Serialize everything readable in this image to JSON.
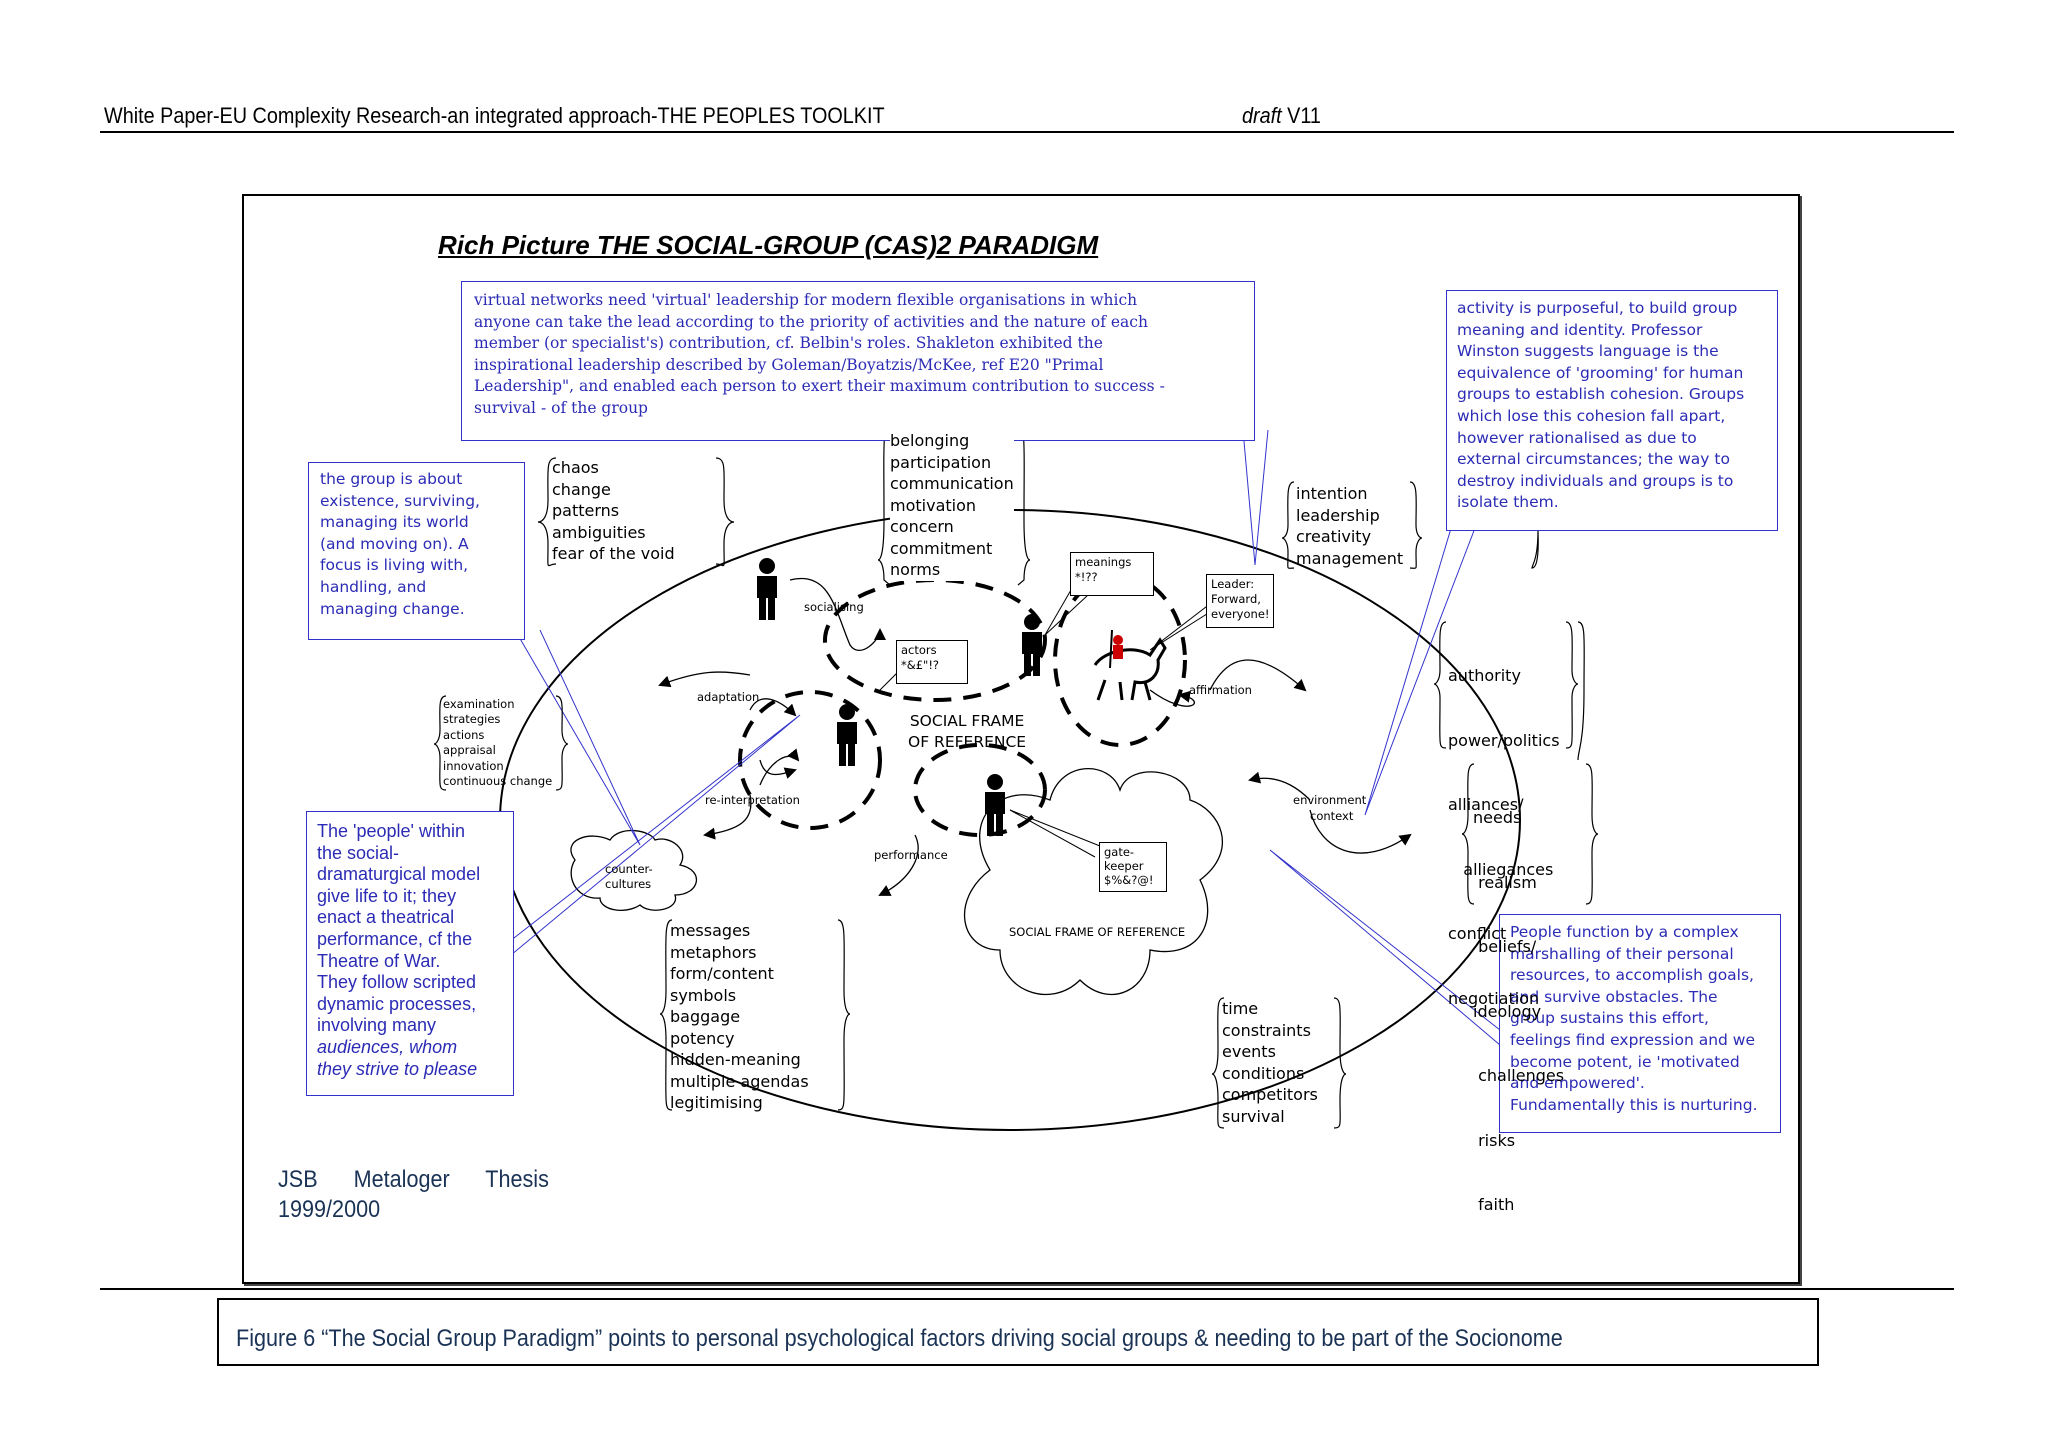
{
  "header": {
    "title": "White Paper-EU Complexity Research-an integrated approach-THE PEOPLES TOOLKIT",
    "draft_word": "draft",
    "version": " V11"
  },
  "diagram": {
    "title": "Rich Picture  THE SOCIAL-GROUP (CAS)2 PARADIGM",
    "top_note": [
      " virtual networks need 'virtual' leadership for modern flexible organisations in which",
      "anyone can take the lead according to the priority of activities and the nature of each",
      "member (or specialist's) contribution, cf. Belbin's roles.  Shakleton exhibited the",
      "inspirational leadership described by Goleman/Boyatzis/McKee, ref E20 \"Primal",
      "Leadership\", and enabled each person to exert their maximum contribution to success -",
      "survival - of the group"
    ],
    "group_note": [
      "the group is about",
      "existence, surviving,",
      "managing its world",
      "(and moving on).  A",
      "focus is living with,",
      "handling, and",
      "managing change."
    ],
    "people_note": [
      "The 'people' within",
      "the social-",
      "dramaturgical model",
      "give life to it;  they",
      "enact a theatrical",
      "performance, cf the",
      "Theatre of War.",
      "They follow scripted",
      "dynamic  processes,",
      "involving many",
      "audiences, whom",
      "they strive to please"
    ],
    "activity_note": [
      "activity is purposeful, to build group",
      "meaning and identity.   Professor",
      "Winston suggests language is the",
      "equivalence of 'grooming' for human",
      "groups to establish cohesion.  Groups",
      "which lose this cohesion fall apart,",
      "however rationalised as due to",
      "external circumstances;  the way to",
      "destroy individuals and groups is to",
      "isolate them."
    ],
    "function_note": [
      "People function by a complex",
      "marshalling of their personal",
      "resources,  to accomplish goals,",
      "and survive obstacles.  The",
      "group sustains this effort,",
      "feelings find expression and we",
      "become potent, ie 'motivated",
      "and empowered'.",
      "Fundamentally this is nurturing."
    ],
    "list_chaos": [
      "chaos",
      "change",
      "patterns",
      "ambiguities",
      "fear of the void"
    ],
    "list_belonging": [
      "belonging",
      "participation",
      "communication",
      "motivation",
      "concern",
      "commitment",
      "norms"
    ],
    "list_intention": [
      "intention",
      "leadership",
      "creativity",
      "management"
    ],
    "list_authority": [
      "authority",
      "power/politics",
      "alliances/",
      "   alliegances",
      "conflict",
      "negotiation"
    ],
    "list_needs": [
      "needs",
      " realism",
      " beliefs/",
      "ideology",
      " challenges",
      " risks",
      " faith"
    ],
    "list_examination": [
      "examination",
      "strategies",
      "actions",
      "appraisal",
      "innovation",
      "continuous change"
    ],
    "list_messages": [
      "messages",
      "metaphors",
      "form/content",
      "symbols",
      "baggage",
      "potency",
      "hidden-meaning",
      "multiple agendas",
      "legitimising"
    ],
    "list_time": [
      "time",
      "constraints",
      "events",
      "conditions",
      "competitors",
      "survival"
    ],
    "labels": {
      "socialising": "socialising",
      "adaptation": "adaptation",
      "reinterpretation": "re-interpretation",
      "performance": "performance",
      "affirmation": "affirmation",
      "environment": "environment",
      "context": "context",
      "counter1": "counter-",
      "counter2": "cultures",
      "sfr_small": "SOCIAL FRAME OF REFERENCE",
      "sfr_big1": "SOCIAL FRAME",
      "sfr_big2": "OF REFERENCE"
    },
    "callouts": {
      "meanings": [
        "meanings",
        "*!??"
      ],
      "actors": [
        "actors",
        "*&£\"!?"
      ],
      "leader": [
        "Leader:",
        "Forward,",
        "everyone!"
      ],
      "gatekeeper": [
        "gate-",
        "keeper",
        "$%&?@!"
      ]
    },
    "signature": {
      "line1": "JSB      Metaloger      Thesis",
      "line2": "1999/2000"
    }
  },
  "caption": "Figure 6 “The Social Group Paradigm” points to personal psychological factors driving social groups & needing to be part of the Socionome",
  "colors": {
    "note_blue": "#2b2bb5",
    "caption_navy": "#1a3355"
  }
}
